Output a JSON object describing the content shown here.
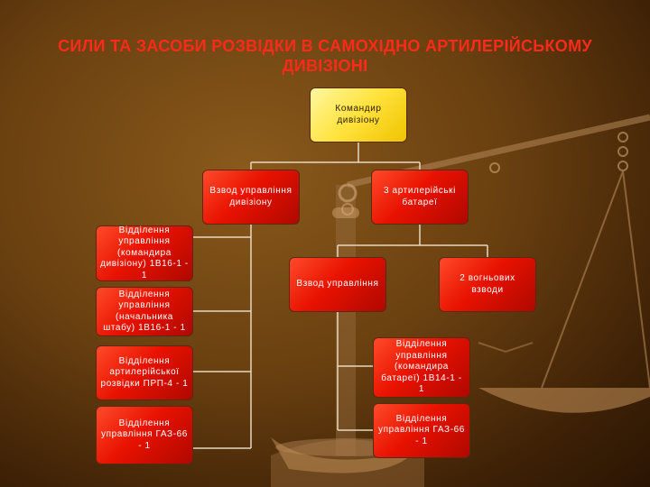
{
  "title": "СИЛИ ТА ЗАСОБИ РОЗВІДКИ В САМОХІДНО АРТИЛЕРІЙСЬКОМУ ДИВІЗІОНІ",
  "nodes": {
    "commander": "Командир дивізіону",
    "control_platoon": "Взвод управління дивізіону",
    "batteries": "3 артилерійські батареї",
    "section_commander": "Відділення управління (командира дивізіону) 1В16-1 - 1",
    "section_staff": "Відділення управління (начальника штабу) 1В16-1 - 1",
    "section_recon": "Відділення артилерійської розвідки ПРП-4 - 1",
    "section_gaz_left": "Відділення управління ГАЗ-66 - 1",
    "battery_control_platoon": "Взвод управління",
    "fire_platoons": "2 вогньових взводи",
    "battery_section_commander": "Відділення управління (командира батареї) 1В14-1 - 1",
    "battery_section_gaz": "Відділення управління ГАЗ-66 - 1"
  },
  "colors": {
    "title": "#ff2a1a",
    "node_red": "#e81200",
    "node_yellow": "#ffe23c",
    "connector": "#e8d8c0"
  }
}
